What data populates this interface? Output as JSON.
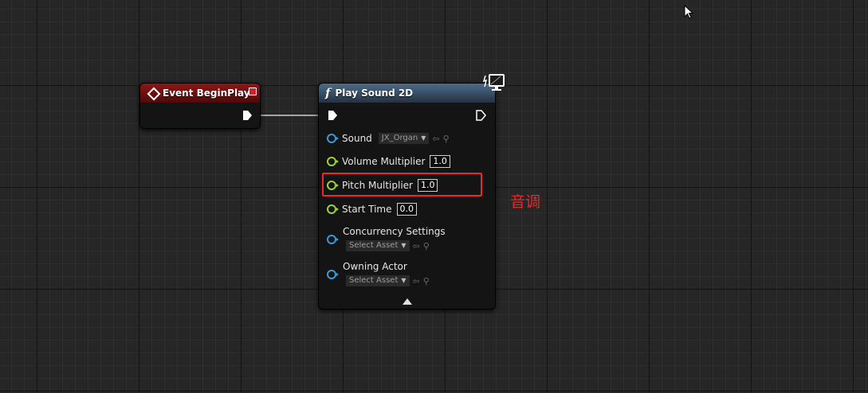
{
  "event_node": {
    "title": "Event BeginPlay"
  },
  "function_node": {
    "title": "Play Sound 2D",
    "function_symbol": "f",
    "sound": {
      "label": "Sound",
      "value": "JX_Organ"
    },
    "volume_multiplier": {
      "label": "Volume Multiplier",
      "value": "1.0"
    },
    "pitch_multiplier": {
      "label": "Pitch Multiplier",
      "value": "1.0"
    },
    "start_time": {
      "label": "Start Time",
      "value": "0.0"
    },
    "concurrency_settings": {
      "label": "Concurrency Settings",
      "value": "Select Asset"
    },
    "owning_actor": {
      "label": "Owning Actor",
      "value": "Select Asset"
    }
  },
  "annotation": {
    "text": "音调"
  },
  "colors": {
    "event_header": "#8e1616",
    "function_header": "#4d6c87",
    "object_pin": "#3a9ad8",
    "float_pin": "#9ed13a",
    "highlight": "#e82a2a"
  },
  "icons": [
    "diamond-event-icon",
    "function-icon",
    "exec-pin-icon",
    "client-monitor-icon",
    "mouse-cursor-icon",
    "collapse-arrow-icon",
    "use-asset-icon",
    "browse-asset-icon"
  ]
}
